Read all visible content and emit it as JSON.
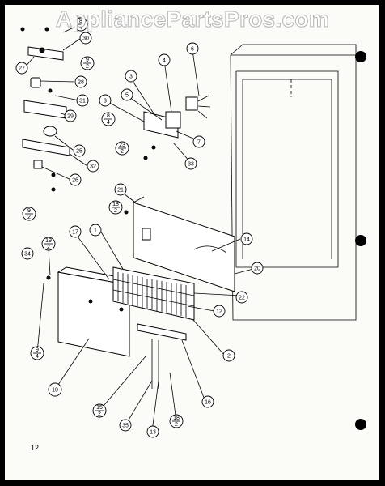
{
  "watermark": "AppliancePartsPros.com",
  "page_number": "12",
  "callouts": [
    {
      "id": "c1",
      "text": "1"
    },
    {
      "id": "c2",
      "text": "2"
    },
    {
      "id": "c3a",
      "text": "3"
    },
    {
      "id": "c3b",
      "text": "3"
    },
    {
      "id": "c4",
      "text": "4"
    },
    {
      "id": "c5",
      "text": "5"
    },
    {
      "id": "c6",
      "text": "6"
    },
    {
      "id": "c7",
      "text": "7"
    },
    {
      "id": "c10",
      "text": "10"
    },
    {
      "id": "c12",
      "text": "12"
    },
    {
      "id": "c13",
      "text": "13"
    },
    {
      "id": "c14",
      "text": "14"
    },
    {
      "id": "c16",
      "text": "16"
    },
    {
      "id": "c17",
      "text": "17"
    },
    {
      "id": "c20",
      "text": "20"
    },
    {
      "id": "c21",
      "text": "21"
    },
    {
      "id": "c22",
      "text": "22"
    },
    {
      "id": "c25",
      "text": "25"
    },
    {
      "id": "c26",
      "text": "26"
    },
    {
      "id": "c27",
      "text": "27"
    },
    {
      "id": "c28",
      "text": "28"
    },
    {
      "id": "c29",
      "text": "29"
    },
    {
      "id": "c30",
      "text": "30"
    },
    {
      "id": "c31",
      "text": "31"
    },
    {
      "id": "c32",
      "text": "32"
    },
    {
      "id": "c33",
      "text": "33"
    },
    {
      "id": "c34",
      "text": "34"
    },
    {
      "id": "c35",
      "text": "35"
    }
  ],
  "fraction_callouts": [
    {
      "id": "f8_4a",
      "num": "8",
      "den": "4"
    },
    {
      "id": "f8_4b",
      "num": "8",
      "den": "4"
    },
    {
      "id": "f9_2a",
      "num": "9",
      "den": "2"
    },
    {
      "id": "f9_2b",
      "num": "9",
      "den": "2"
    },
    {
      "id": "f9_4",
      "num": "9",
      "den": "4"
    },
    {
      "id": "f23_2",
      "num": "23",
      "den": "2"
    },
    {
      "id": "f18_2a",
      "num": "18",
      "den": "2"
    },
    {
      "id": "f18_2b",
      "num": "18",
      "den": "2"
    },
    {
      "id": "f19_2",
      "num": "19",
      "den": "2"
    },
    {
      "id": "f15_2",
      "num": "15",
      "den": "2"
    }
  ]
}
